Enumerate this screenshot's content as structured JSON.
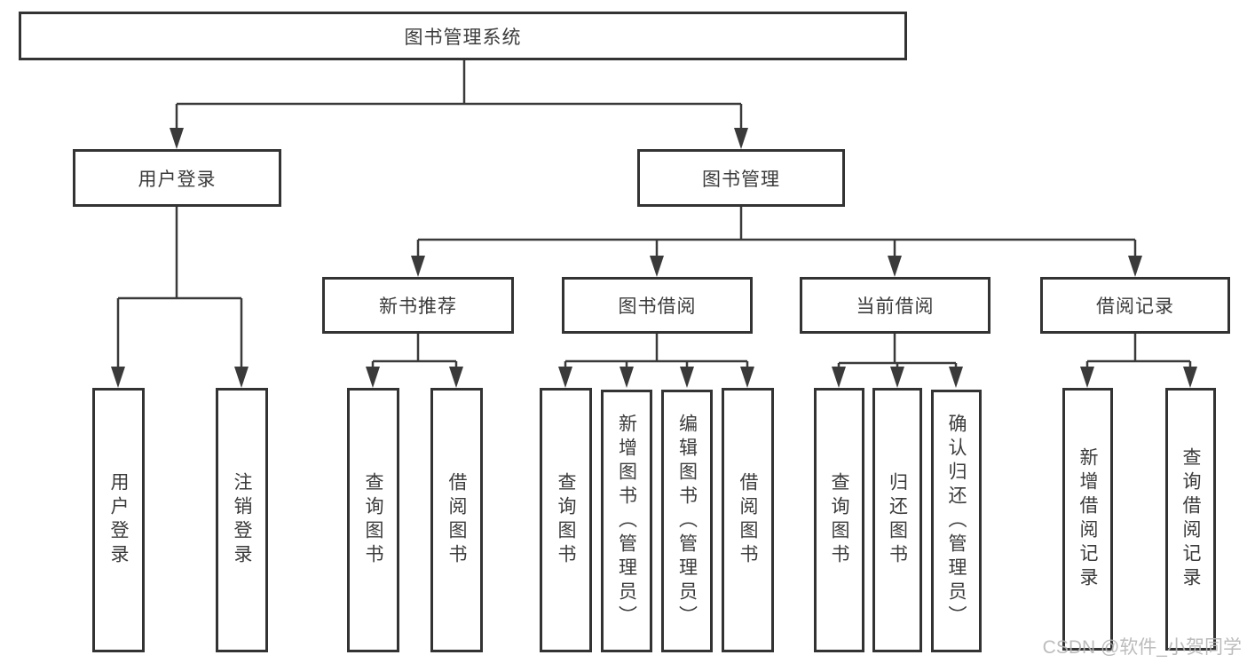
{
  "diagram": {
    "root": {
      "label": "图书管理系统"
    },
    "branches": [
      {
        "label": "用户登录",
        "children": [
          {
            "label": "用户登录"
          },
          {
            "label": "注销登录"
          }
        ]
      },
      {
        "label": "图书管理",
        "children": [
          {
            "label": "新书推荐",
            "children": [
              {
                "label": "查询图书"
              },
              {
                "label": "借阅图书"
              }
            ]
          },
          {
            "label": "图书借阅",
            "children": [
              {
                "label": "查询图书"
              },
              {
                "label": "新增图书（管理员）"
              },
              {
                "label": "编辑图书（管理员）"
              },
              {
                "label": "借阅图书"
              }
            ]
          },
          {
            "label": "当前借阅",
            "children": [
              {
                "label": "查询图书"
              },
              {
                "label": "归还图书"
              },
              {
                "label": "确认归还（管理员）"
              }
            ]
          },
          {
            "label": "借阅记录",
            "children": [
              {
                "label": "新增借阅记录"
              },
              {
                "label": "查询借阅记录"
              }
            ]
          }
        ]
      }
    ],
    "watermark": "CSDN @软件_小贺同学",
    "colors": {
      "line": "#3a3a3a",
      "box_border": "#333333",
      "box_fill": "#ffffff",
      "text": "#3b3b3b",
      "watermark": "#b5b5b5",
      "background": "#ffffff"
    }
  }
}
